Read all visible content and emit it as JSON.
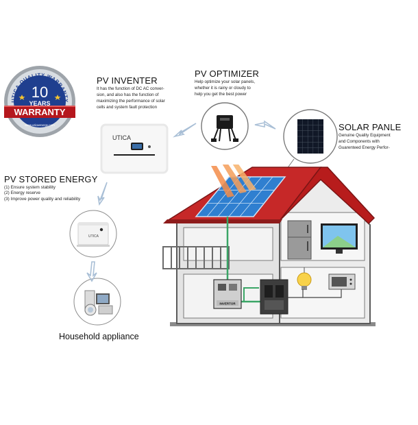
{
  "badge": {
    "arc_text": "UTICA QUALITY WARRANTY",
    "number": "10",
    "years": "YEARS",
    "ribbon": "WARRANTY",
    "url": "www.uticaenergy.com"
  },
  "inverter": {
    "title": "PV INVENTER",
    "lines": [
      "It has the function of DC AC conver-",
      "sion, and also has the function of",
      "maximizing the performance of solar",
      "cells and system fault protection"
    ],
    "brand": "UTICA"
  },
  "optimizer": {
    "title": "PV OPTIMIZER",
    "lines": [
      "Help optimize your solar panels,",
      "whether it is rainy or cloudy to",
      "help you get the best power"
    ]
  },
  "solar_panel": {
    "title": "SOLAR PANLE",
    "lines": [
      "Genuine Quality Equipment",
      "and Components with",
      "Guarenteed Energy Perfor-"
    ]
  },
  "storage": {
    "title": "PV STORED ENERGY",
    "items": [
      "(1) Ensure system stability",
      "(2) Energy reserve",
      "(3) Improve power quality and reliability"
    ],
    "brand": "UTICA"
  },
  "household": {
    "label": "Household appliance"
  },
  "house": {
    "inverter_label": "INVERTOR"
  },
  "colors": {
    "roof": "#c62828",
    "wall": "#e4e4e4",
    "outline": "#5a5a5a",
    "cable": "#3aa566",
    "arrow": "#9fb3cc",
    "panel": "#2f7fd0"
  }
}
